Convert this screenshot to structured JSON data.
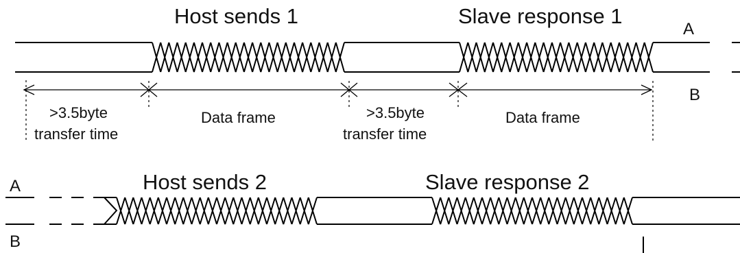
{
  "top": {
    "host_label": "Host sends 1",
    "slave_label": "Slave response 1",
    "line_a_label": "A",
    "line_b_label": "B",
    "gap1_line1": ">3.5byte",
    "gap1_line2": "transfer time",
    "frame1_label": "Data frame",
    "gap2_line1": ">3.5byte",
    "gap2_line2": "transfer time",
    "frame2_label": "Data frame"
  },
  "bottom": {
    "host_label": "Host sends 2",
    "slave_label": "Slave response 2",
    "line_a_label": "A",
    "line_b_label": "B"
  }
}
